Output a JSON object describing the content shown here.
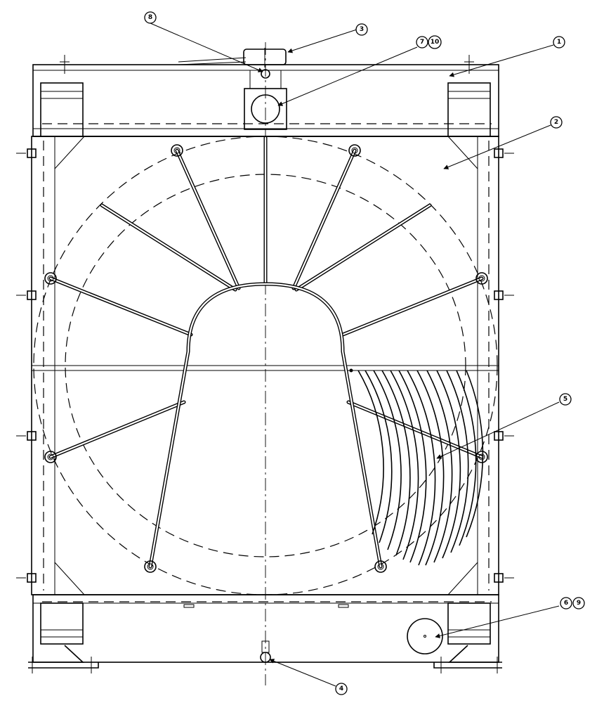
{
  "drawing": {
    "callouts": [
      {
        "id": "1",
        "label": "1"
      },
      {
        "id": "2",
        "label": "2"
      },
      {
        "id": "3",
        "label": "3"
      },
      {
        "id": "4",
        "label": "4"
      },
      {
        "id": "5",
        "label": "5"
      },
      {
        "id": "6",
        "label": "6"
      },
      {
        "id": "7",
        "label": "7"
      },
      {
        "id": "8",
        "label": "8"
      },
      {
        "id": "9",
        "label": "9"
      },
      {
        "id": "10",
        "label": "10"
      }
    ]
  }
}
